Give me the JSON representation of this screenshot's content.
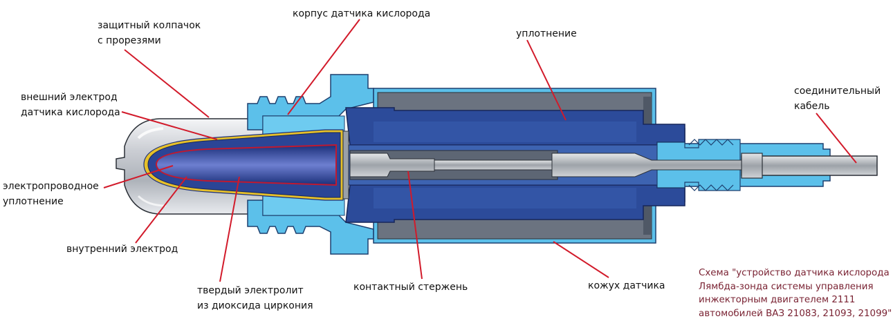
{
  "labels": {
    "protective_cap": [
      "защитный колпачок",
      "с прорезями"
    ],
    "sensor_body": "корпус датчика кислорода",
    "seal": "уплотнение",
    "cable": [
      "соединительный",
      "кабель"
    ],
    "outer_electrode": [
      "внешний электрод",
      "датчика кислорода"
    ],
    "conductive_seal": [
      "электропроводное",
      "уплотнение"
    ],
    "inner_electrode": "внутренний электрод",
    "solid_electrolyte": [
      "твердый электролит",
      "из диоксида циркония"
    ],
    "contact_rod": "контактный стержень",
    "sensor_housing": "кожух датчика"
  },
  "caption": [
    "Схема \"устройство датчика кислорода",
    "Лямбда-зонда системы управления",
    "инжекторным двигателем 2111",
    "автомобилей ВАЗ 21083, 21093, 21099\""
  ],
  "colors": {
    "leader_line": "#d21a2a",
    "light_blue": "#5cc0ea",
    "dark_blue": "#24408e",
    "mid_blue": "#3f6ab3",
    "grey_metal": "#b4b9c0",
    "caption_text": "#7a2333",
    "electrode_yellow": "#e6c02a"
  }
}
